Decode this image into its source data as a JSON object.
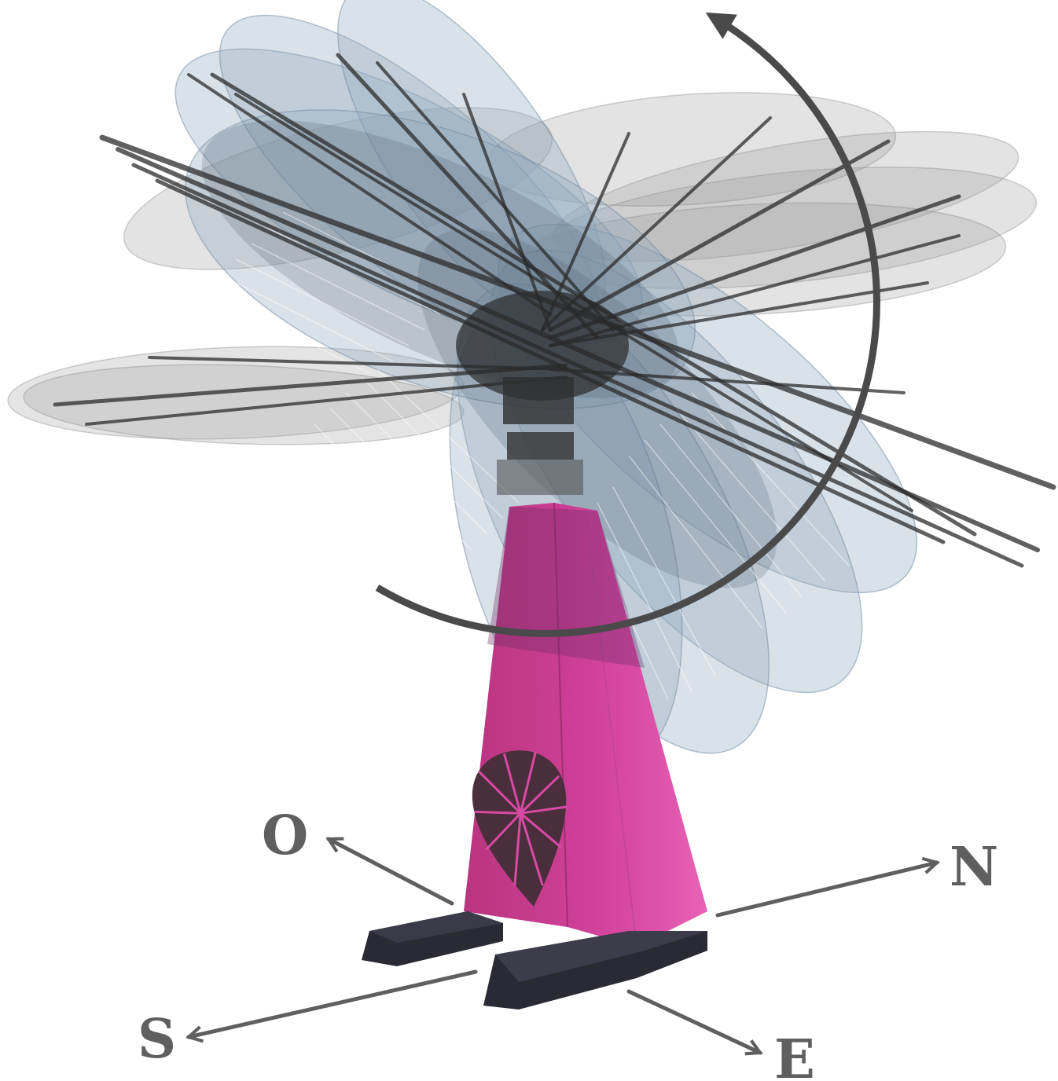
{
  "compass": {
    "west": "O",
    "north": "N",
    "south": "S",
    "east": "E"
  },
  "colors": {
    "compass_text": "#5f5f5f",
    "arrow": "#5f5f5f",
    "rotation_arc": "#4a4a4a",
    "tower": "#d6409b",
    "tower_shadow": "#b9307f",
    "base_feet": "#2a2a35",
    "petal_blue": "#8fa6bd",
    "petal_grey": "#9a9a9a"
  },
  "icons": {
    "logo": "flower-fan-logo-icon",
    "rotation": "rotation-arrow-icon"
  }
}
